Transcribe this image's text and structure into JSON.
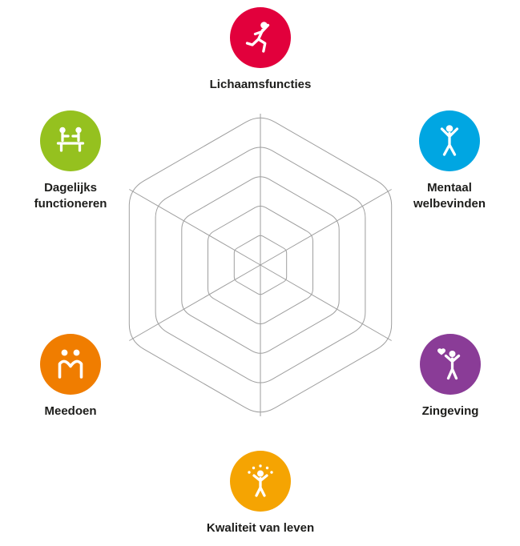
{
  "diagram": {
    "name": "positive-health-spider-web",
    "background": "#ffffff",
    "web": {
      "line_color": "#9e9e9e"
    }
  },
  "nodes": [
    {
      "label": "Lichaamsfuncties",
      "color": "#e2003c",
      "icon": "running-person-icon",
      "position": "top"
    },
    {
      "label": "Mentaal welbevinden",
      "color": "#00a6e2",
      "icon": "person-arms-raised-icon",
      "position": "top-right"
    },
    {
      "label": "Zingeving",
      "color": "#8a3c97",
      "icon": "person-with-heart-icon",
      "position": "bottom-right"
    },
    {
      "label": "Kwaliteit van leven",
      "color": "#f5a402",
      "icon": "radiant-person-icon",
      "position": "bottom"
    },
    {
      "label": "Meedoen",
      "color": "#f07d00",
      "icon": "two-people-m-icon",
      "position": "bottom-left"
    },
    {
      "label": "Dagelijks functioneren",
      "color": "#95c11f",
      "icon": "people-at-table-icon",
      "position": "top-left"
    }
  ],
  "chart_data": {
    "type": "radar",
    "title": "",
    "categories": [
      "Lichaamsfuncties",
      "Mentaal welbevinden",
      "Zingeving",
      "Kwaliteit van leven",
      "Meedoen",
      "Dagelijks functioneren"
    ],
    "series": [],
    "rings": 5,
    "grid": "hexagonal web with rounded corners and radial axis lines, no data plotted",
    "legend": "none"
  }
}
